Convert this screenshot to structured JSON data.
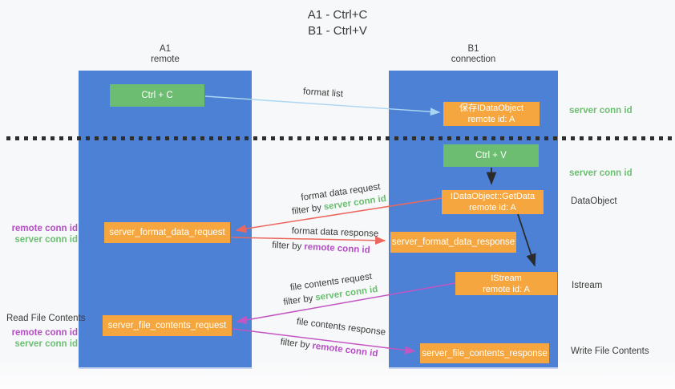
{
  "title": {
    "line1": "A1 - Ctrl+C",
    "line2": "B1 - Ctrl+V"
  },
  "columns": {
    "left": {
      "name": "A1",
      "role": "remote"
    },
    "right": {
      "name": "B1",
      "role": "connection"
    }
  },
  "nodes": {
    "ctrl_c": "Ctrl + C",
    "ctrl_v": "Ctrl + V",
    "save_idataobject": {
      "line1": "保存IDataObject",
      "line2": "remote id: A"
    },
    "getdata": {
      "line1": "IDataObject::GetData",
      "line2": "remote id: A"
    },
    "istream": {
      "line1": "IStream",
      "line2": "remote id: A"
    },
    "format_request": "server_format_data_request",
    "format_response": "server_format_data_response",
    "file_request": "server_file_contents_request",
    "file_response": "server_file_contents_response"
  },
  "arrow_labels": {
    "format_list": "format list",
    "format_data_request": "format data request",
    "filter_server_1": {
      "prefix": "filter by",
      "key": "server conn id"
    },
    "format_data_response": "format data response",
    "filter_remote_1": {
      "prefix": "filter by",
      "key": "remote conn id"
    },
    "file_contents_request": "file contents request",
    "filter_server_2": {
      "prefix": "filter by",
      "key": "server conn id"
    },
    "file_contents_response": "file contents response",
    "filter_remote_2": {
      "prefix": "filter by",
      "key": "remote conn id"
    }
  },
  "side_labels": {
    "server_conn_id_right_top": "server conn id",
    "server_conn_id_right_mid": "server conn id",
    "dataobject": "DataObject",
    "istream": "Istream",
    "write_file_contents": "Write File Contents",
    "read_file_contents": "Read File Contents",
    "remote_conn_id_left_1": "remote conn id",
    "server_conn_id_left_1": "server conn id",
    "remote_conn_id_left_2": "remote conn id",
    "server_conn_id_left_2": "server conn id"
  },
  "colors": {
    "column_blue": "#4d81d6",
    "box_green": "#6cbd71",
    "box_orange": "#f6a63e",
    "text_green": "#6abf70",
    "text_purple": "#b44ec4",
    "arrow_red": "#ec685f",
    "arrow_magenta": "#c356c3",
    "arrow_lightblue": "#aad6f2",
    "arrow_black": "#2b2b2b"
  }
}
